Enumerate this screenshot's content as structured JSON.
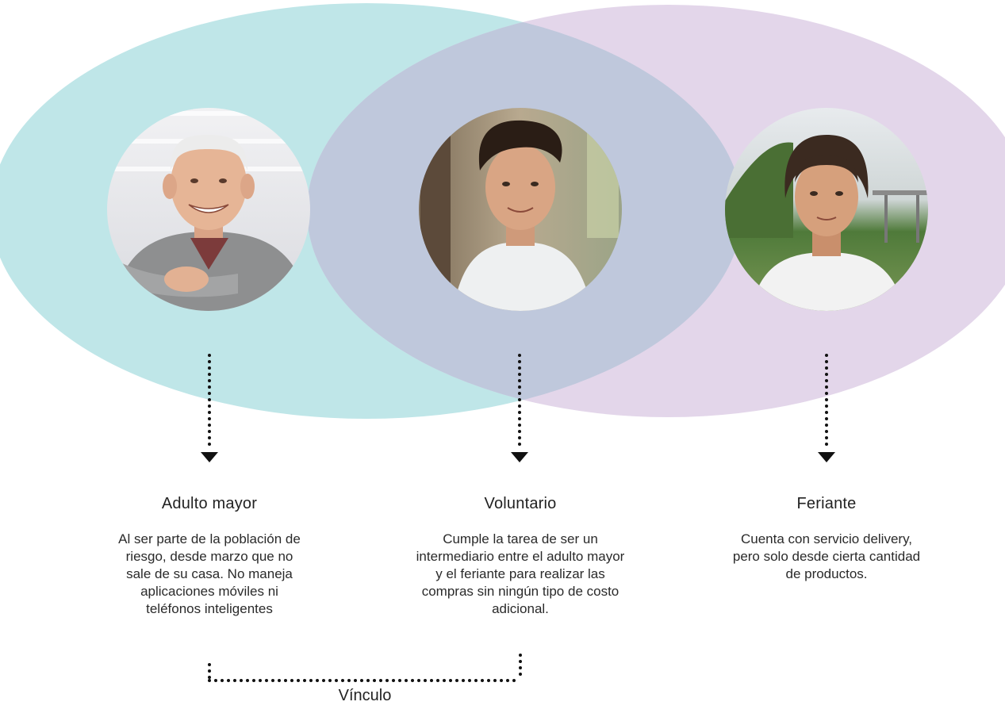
{
  "colors": {
    "left_ellipse": "#bfe6e8",
    "right_ellipse": "#e3d6ea",
    "overlap": "#bfc8dc",
    "dots": "#111111",
    "text": "#222222"
  },
  "roles": [
    {
      "title": "Adulto mayor",
      "description": "Al ser parte de la población de riesgo, desde marzo que no sale de su casa. No maneja aplicaciones móviles ni teléfonos inteligentes",
      "photo": "elderly-man-photo"
    },
    {
      "title": "Voluntario",
      "description": "Cumple la tarea de ser un intermediario entre el adulto mayor y el feriante para realizar las compras sin ningún tipo de costo adicional.",
      "photo": "young-man-photo"
    },
    {
      "title": "Feriante",
      "description": "Cuenta con servicio delivery, pero solo desde cierta cantidad de productos.",
      "photo": "woman-photo"
    }
  ],
  "link": {
    "label": "Vínculo"
  }
}
